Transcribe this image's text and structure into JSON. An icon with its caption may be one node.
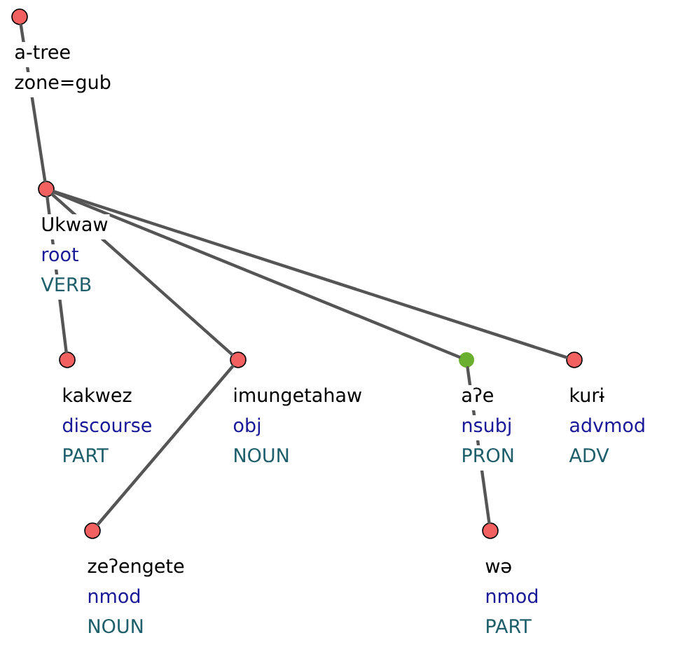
{
  "diagram": {
    "nodes": [
      {
        "text": [],
        "shape": "circle",
        "beside": [
          "a-tree",
          "zone=gub"
        ]
      },
      {
        "text": [],
        "shape": "circle",
        "beside": [
          "Ukwaw",
          "root",
          "VERB"
        ]
      },
      {
        "text": [],
        "shape": "circle",
        "beside": [
          "kakwez",
          "discourse",
          "PART"
        ]
      },
      {
        "text": [],
        "shape": "circle",
        "beside": [
          "imungetahaw",
          "obj",
          "NOUN"
        ]
      },
      {
        "text": [],
        "shape": "circle",
        "beside": [
          "zeʔengete",
          "nmod",
          "NOUN"
        ]
      },
      {
        "text": [],
        "shape": "circle",
        "beside": [
          "aʔe",
          "nsubj",
          "PRON"
        ]
      },
      {
        "text": [],
        "shape": "circle",
        "beside": [
          "wə",
          "nmod",
          "PART"
        ]
      },
      {
        "text": [],
        "shape": "circle",
        "beside": [
          "kurɨ",
          "advmod",
          "ADV"
        ]
      }
    ],
    "edges": [
      {
        "from": 0,
        "to": 1,
        "arrow": "none"
      },
      {
        "from": 1,
        "to": 2,
        "arrow": "none"
      },
      {
        "from": 1,
        "to": 3,
        "arrow": "none"
      },
      {
        "from": 3,
        "to": 4,
        "arrow": "none"
      },
      {
        "from": 1,
        "to": 5,
        "arrow": "none"
      },
      {
        "from": 5,
        "to": 6,
        "arrow": "none"
      },
      {
        "from": 1,
        "to": 7,
        "arrow": "none"
      }
    ]
  }
}
